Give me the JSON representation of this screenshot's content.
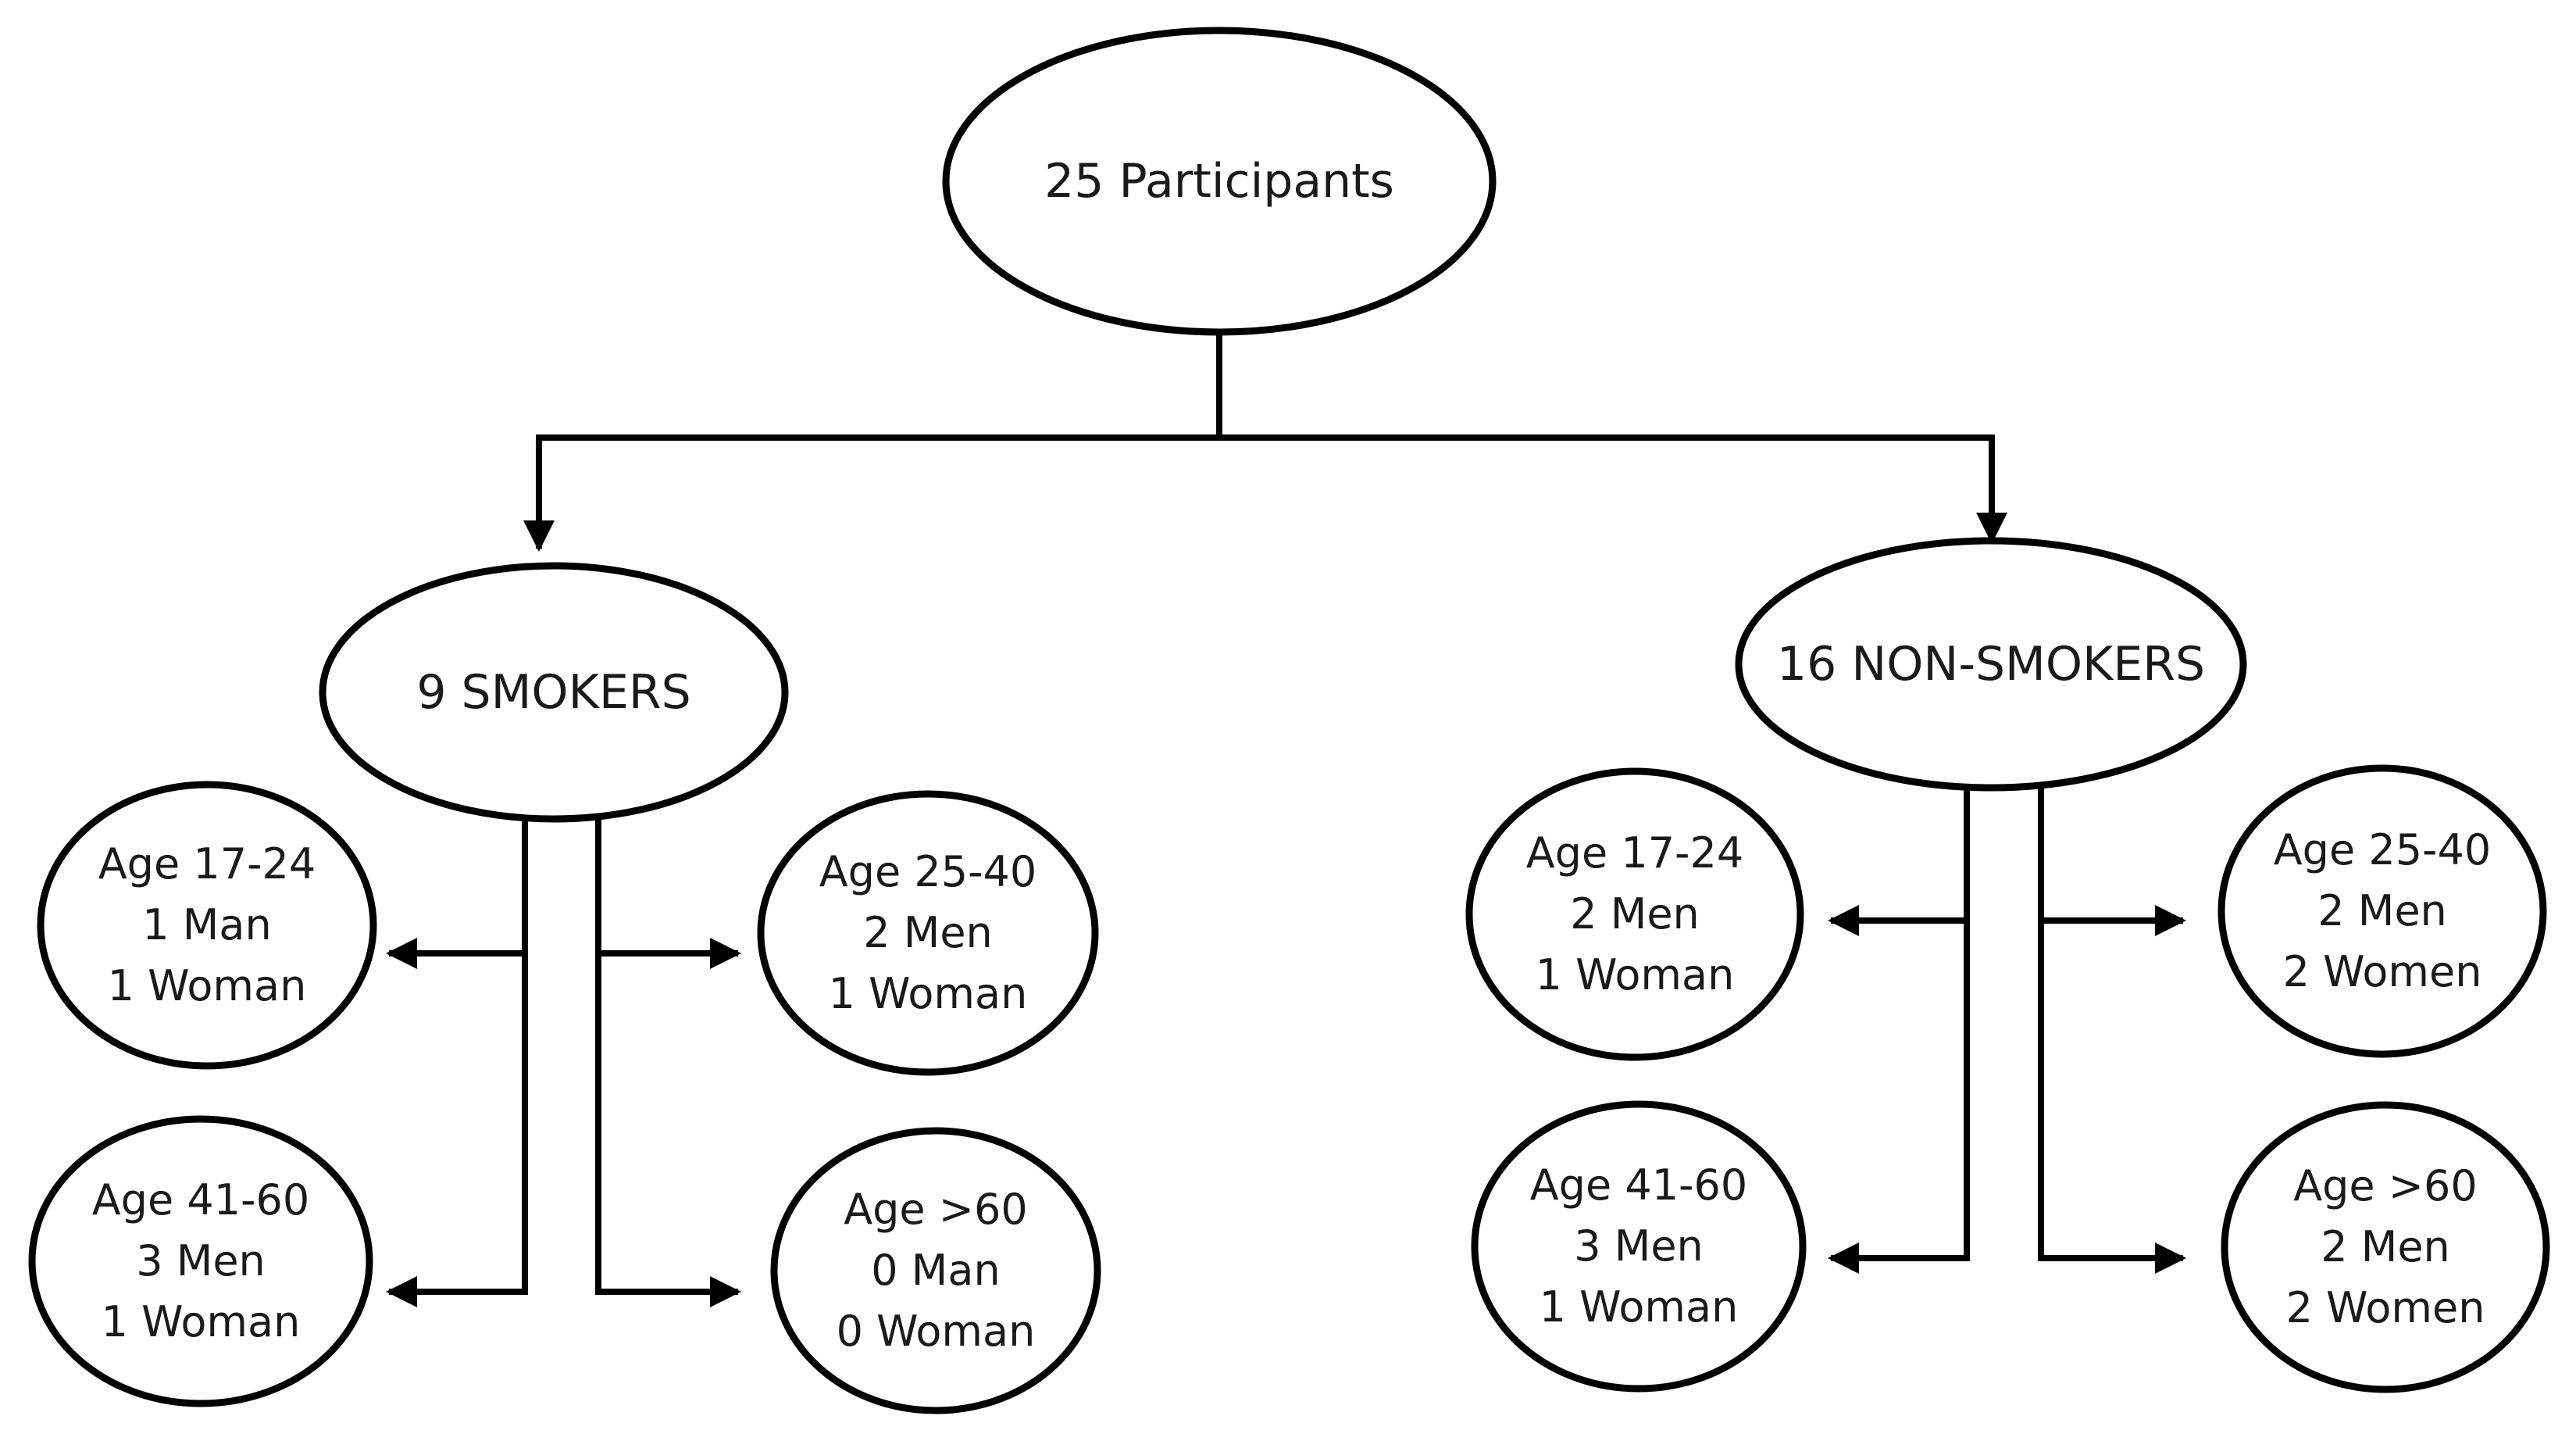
{
  "root": {
    "label": "25 Participants"
  },
  "groups": {
    "smokers": {
      "label": "9 SMOKERS",
      "leaves": {
        "age_17_24": {
          "age": "Age 17-24",
          "men": "1 Man",
          "women": "1 Woman"
        },
        "age_25_40": {
          "age": "Age 25-40",
          "men": "2 Men",
          "women": "1 Woman"
        },
        "age_41_60": {
          "age": "Age 41-60",
          "men": "3 Men",
          "women": "1 Woman"
        },
        "age_60_plus": {
          "age": "Age >60",
          "men": "0 Man",
          "women": "0 Woman"
        }
      }
    },
    "non_smokers": {
      "label": "16 NON-SMOKERS",
      "leaves": {
        "age_17_24": {
          "age": "Age 17-24",
          "men": "2 Men",
          "women": "1 Woman"
        },
        "age_25_40": {
          "age": "Age 25-40",
          "men": "2 Men",
          "women": "2 Women"
        },
        "age_41_60": {
          "age": "Age 41-60",
          "men": "3 Men",
          "women": "1 Woman"
        },
        "age_60_plus": {
          "age": "Age >60",
          "men": "2 Men",
          "women": "2 Women"
        }
      }
    }
  },
  "style": {
    "stroke": "#000000",
    "text": "#1a1a1a",
    "background": "#ffffff"
  }
}
